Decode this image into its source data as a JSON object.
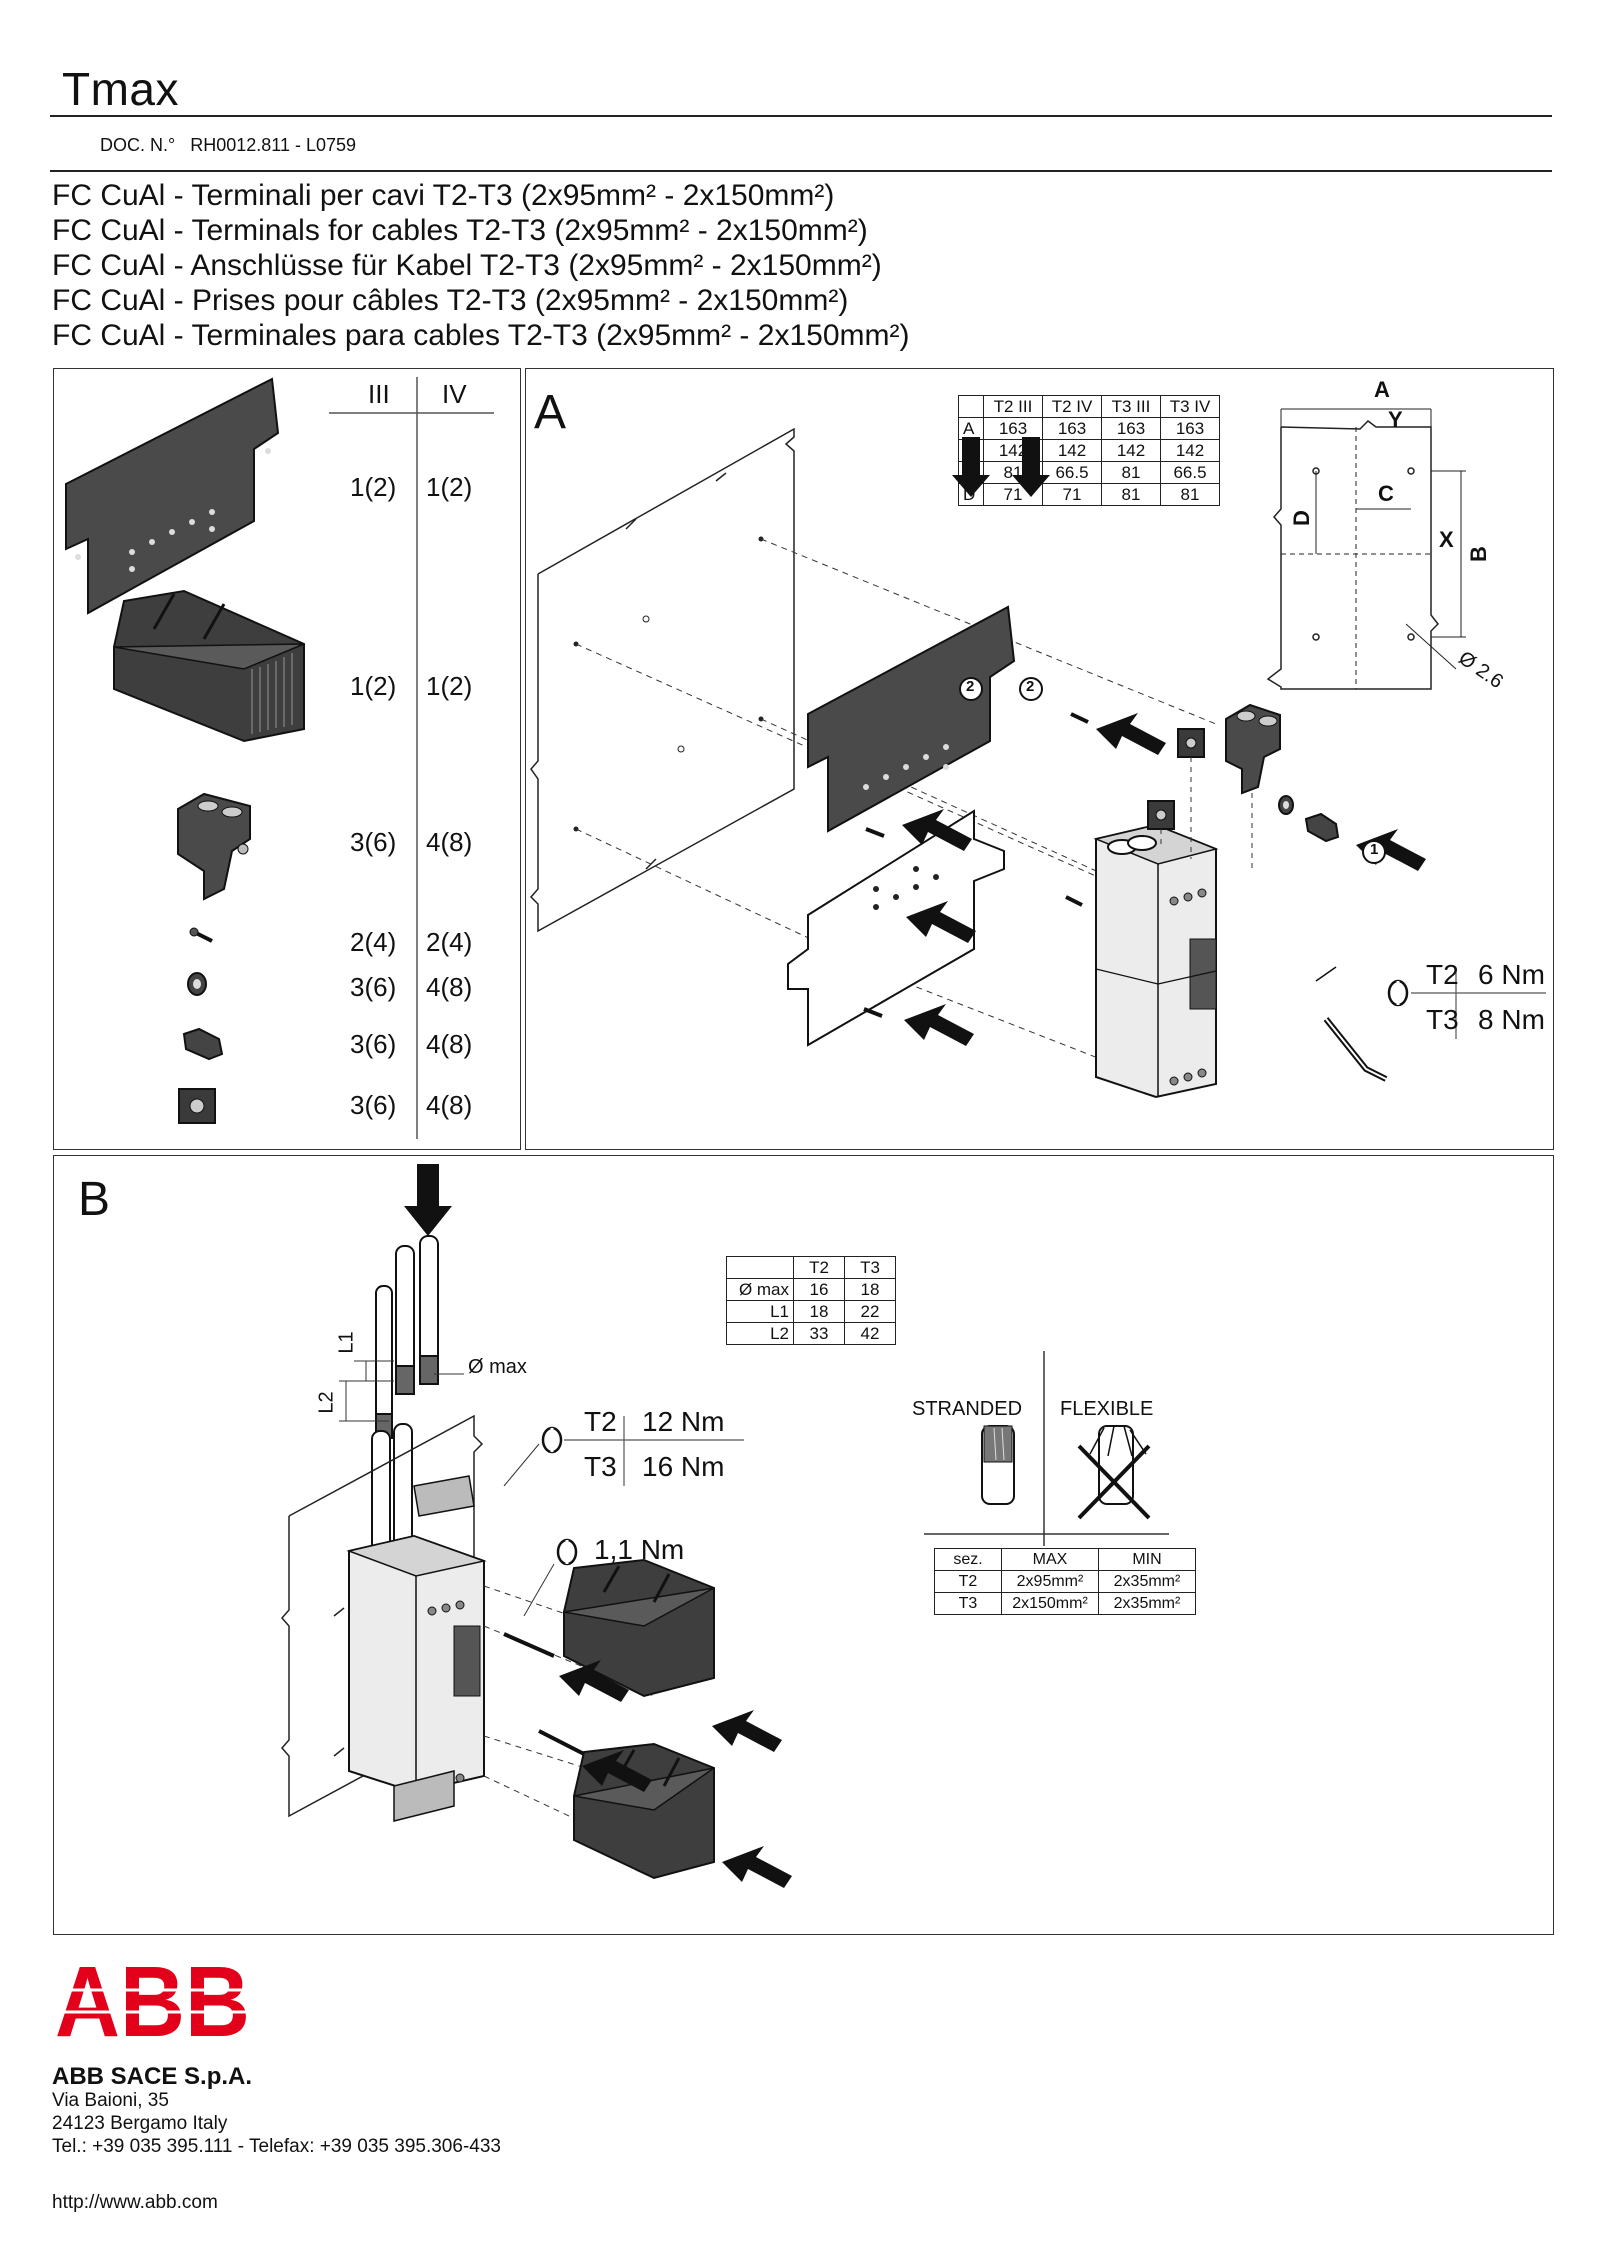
{
  "header": {
    "brand": "Tmax",
    "doc_label": "DOC. N.°",
    "doc_number": "RH0012.811 - L0759",
    "titles": [
      "FC CuAl - Terminali per cavi T2-T3 (2x95mm² - 2x150mm²)",
      "FC CuAl - Terminals for cables T2-T3 (2x95mm² - 2x150mm²)",
      "FC CuAl - Anschlüsse für Kabel T2-T3 (2x95mm² - 2x150mm²)",
      "FC CuAl - Prises pour câbles T2-T3 (2x95mm² - 2x150mm²)",
      "FC CuAl - Terminales para cables T2-T3 (2x95mm² - 2x150mm²)"
    ]
  },
  "parts_list": {
    "col_iii": "III",
    "col_iv": "IV",
    "rows": [
      {
        "iii": "1(2)",
        "iv": "1(2)"
      },
      {
        "iii": "1(2)",
        "iv": "1(2)"
      },
      {
        "iii": "3(6)",
        "iv": "4(8)"
      },
      {
        "iii": "2(4)",
        "iv": "2(4)"
      },
      {
        "iii": "3(6)",
        "iv": "4(8)"
      },
      {
        "iii": "3(6)",
        "iv": "4(8)"
      },
      {
        "iii": "3(6)",
        "iv": "4(8)"
      }
    ]
  },
  "panel_a": {
    "letter": "A",
    "dim_table": {
      "headers": [
        "",
        "T2 III",
        "T2 IV",
        "T3 III",
        "T3 IV"
      ],
      "rows": [
        [
          "A",
          "163",
          "163",
          "163",
          "163"
        ],
        [
          "B",
          "142",
          "142",
          "142",
          "142"
        ],
        [
          "C",
          "81",
          "66.5",
          "81",
          "66.5"
        ],
        [
          "D",
          "71",
          "71",
          "81",
          "81"
        ]
      ]
    },
    "drill_labels": {
      "a": "A",
      "b": "B",
      "c": "C",
      "d": "D",
      "x": "X",
      "y": "Y",
      "hole": "Ø 2.6"
    },
    "step_1": "1",
    "step_2": "2",
    "torque": {
      "t2_label": "T2",
      "t2_value": "6 Nm",
      "t3_label": "T3",
      "t3_value": "8 Nm"
    }
  },
  "panel_b": {
    "letter": "B",
    "cable_table": {
      "headers": [
        "",
        "T2",
        "T3"
      ],
      "rows": [
        [
          "Ø max",
          "16",
          "18"
        ],
        [
          "L1",
          "18",
          "22"
        ],
        [
          "L2",
          "33",
          "42"
        ]
      ]
    },
    "l1": "L1",
    "l2": "L2",
    "dmax": "Ø max",
    "torque": {
      "t2_label": "T2",
      "t2_value": "12 Nm",
      "t3_label": "T3",
      "t3_value": "16 Nm",
      "screw": "1,1 Nm"
    },
    "stranded": "STRANDED",
    "flexible": "FLEXIBLE",
    "section_table": {
      "headers": [
        "sez.",
        "MAX",
        "MIN"
      ],
      "rows": [
        [
          "T2",
          "2x95mm²",
          "2x35mm²"
        ],
        [
          "T3",
          "2x150mm²",
          "2x35mm²"
        ]
      ]
    }
  },
  "footer": {
    "logo": "ABB",
    "company": "ABB SACE S.p.A.",
    "address1": "Via Baioni, 35",
    "address2": "24123 Bergamo Italy",
    "phone": "Tel.: +39 035 395.111 - Telefax: +39 035 395.306-433",
    "url": "http://www.abb.com"
  },
  "colors": {
    "abb_red": "#e2001a",
    "part_dark": "#4a4a4a",
    "line": "#222222"
  }
}
